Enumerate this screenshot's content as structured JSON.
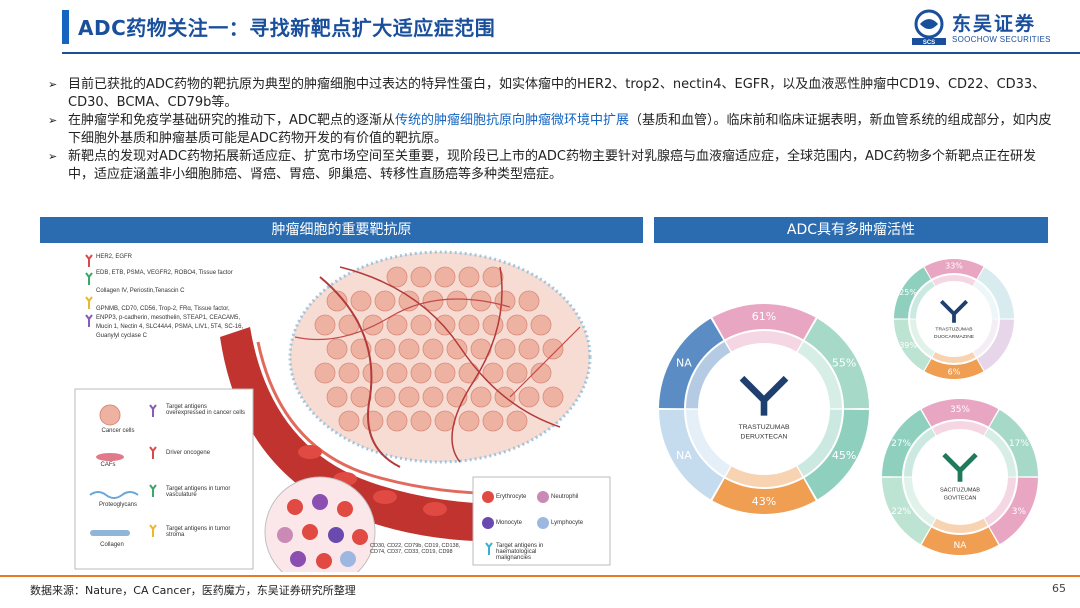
{
  "header": {
    "title": "ADC药物关注一：寻找新靶点扩大适应症范围",
    "logo_cn": "东吴证券",
    "logo_en": "SOOCHOW SECURITIES",
    "logo_mark": "SCS"
  },
  "bullets": [
    {
      "text_a": "目前已获批的ADC药物的靶抗原为典型的肿瘤细胞中过表达的特异性蛋白，如实体瘤中的HER2、trop2、nectin4、EGFR，以及血液恶性肿瘤中CD19、CD22、CD33、CD30、BCMA、CD79b等。"
    },
    {
      "text_a": "在肿瘤学和免疫学基础研究的推动下，ADC靶点的逐渐从",
      "highlight": "传统的肿瘤细胞抗原向肿瘤微环境中扩展",
      "text_b": "（基质和血管）。临床前和临床证据表明，新血管系统的组成部分，如内皮下细胞外基质和肿瘤基质可能是ADC药物开发的有价值的靶抗原。"
    },
    {
      "text_a": "新靶点的发现对ADC药物拓展新适应症、扩宽市场空间至关重要，现阶段已上市的ADC药物主要针对乳腺癌与血液瘤适应症，全球范围内，ADC药物多个新靶点正在研发中，适应症涵盖非小细胞肺癌、肾癌、胃癌、卵巢癌、转移性直肠癌等多种类型癌症。"
    }
  ],
  "left_panel": {
    "header": "肿瘤细胞的重要靶抗原",
    "antigen_legend": [
      {
        "label": "HER2, EGFR",
        "color": "#d94b4b"
      },
      {
        "label": "EDB, ETB, PSMA, VEGFR2, ROBO4, Tissue factor",
        "color": "#3aa86b"
      },
      {
        "label": "Collagen IV, Periostin,Tenascin C",
        "color": "#e8b830"
      },
      {
        "label": "GPNMB, CD70, CD56, Trop-2, FRα, Tissue factor, ENPP3, p-cadherin, mesothelin, STEAP1, CEACAM5, Mucin 1, Nectin 4, SLC44A4, PSMA, LIV1, 5T4, SC-16, Guanylyl cyclase C",
        "color": "#8a5bb5"
      }
    ],
    "key_legend": [
      {
        "left": "Cancer cells",
        "right": "Target antigens overexpressed in cancer cells"
      },
      {
        "left": "CAFs",
        "right": "Driver oncogene"
      },
      {
        "left": "Proteoglycans",
        "right": "Target antigens in tumor vasculature"
      },
      {
        "left": "Collagen",
        "right": "Target antigens in tumor stroma"
      }
    ],
    "blood_cd_text": "CD30, CD22, CD79b, CD19, CD138, CD74, CD37, CD33, CD19, CD98",
    "blood_legend": {
      "erythrocyte": "Erythrocyte",
      "neutrophil": "Neutrophil",
      "monocyte": "Monocyte",
      "lymphocyte": "Lymphocyte",
      "haem_targets": "Target antigens in haematological malignancies"
    }
  },
  "right_panel": {
    "header": "ADC具有多肿瘤活性",
    "rings": [
      {
        "drug": [
          "TRASTUZUMAB",
          "DERUXTECAN"
        ],
        "segments": [
          {
            "label": "61%",
            "color": "#e8a6c2"
          },
          {
            "label": "55%",
            "color": "#a6d9c8"
          },
          {
            "label": "45%",
            "color": "#8fcfbd"
          },
          {
            "label": "43%",
            "color": "#ef9e52"
          },
          {
            "label": "NA",
            "color": "#c5dcef"
          },
          {
            "label": "NA",
            "color": "#5b8cc4"
          }
        ]
      },
      {
        "drug": [
          "TRASTUZUMAB",
          "DUOCARMAZINE"
        ],
        "segments": [
          {
            "label": "33%",
            "color": "#e8a6c2"
          },
          {
            "label": "",
            "color": "#d8ecef"
          },
          {
            "label": "",
            "color": "#e7d6ea"
          },
          {
            "label": "6%",
            "color": "#ef9e52"
          },
          {
            "label": "39%",
            "color": "#bde3d3"
          },
          {
            "label": "25%",
            "color": "#8fcfbd"
          }
        ]
      },
      {
        "drug": [
          "SACITUZUMAB",
          "GOVITECAN"
        ],
        "segments": [
          {
            "label": "35%",
            "color": "#e8a6c2"
          },
          {
            "label": "17%",
            "color": "#a6d9c8"
          },
          {
            "label": "3%",
            "color": "#e8a6c2"
          },
          {
            "label": "NA",
            "color": "#ef9e52"
          },
          {
            "label": "22%",
            "color": "#bde3d3"
          },
          {
            "label": "27%",
            "color": "#8fcfbd"
          }
        ]
      }
    ]
  },
  "footer": {
    "source": "数据来源：Nature，CA Cancer，医药魔方，东吴证券研究所整理",
    "page": "65"
  }
}
